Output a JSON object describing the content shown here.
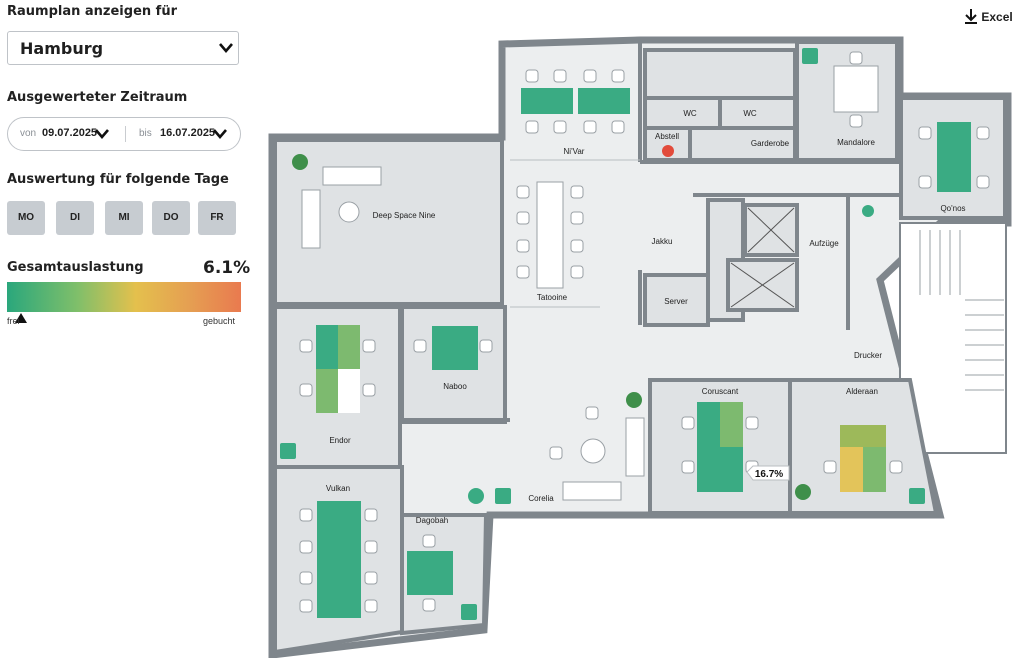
{
  "sidebar": {
    "location_label": "Raumplan anzeigen für",
    "location_value": "Hamburg",
    "period_label": "Ausgewerteter Zeitraum",
    "from_label": "von",
    "from_date": "09.07.2025",
    "to_label": "bis",
    "to_date": "16.07.2025",
    "days_label": "Auswertung für folgende Tage",
    "days": [
      "MO",
      "DI",
      "MI",
      "DO",
      "FR"
    ],
    "total_label": "Gesamtauslastung",
    "total_value": "6.1%",
    "scale_min": "frei",
    "scale_max": "gebucht",
    "total_fraction": 0.061
  },
  "toolbar": {
    "export_label": "Excel",
    "export_icon": "download-icon"
  },
  "floorplan": {
    "rooms": {
      "nivar": "Ni'Var",
      "wc1": "WC",
      "wc2": "WC",
      "abstell": "Abstell",
      "garderobe": "Garderobe",
      "mandalore": "Mandalore",
      "qonos": "Qo'nos",
      "deep_space_nine": "Deep Space Nine",
      "tatooine": "Tatooine",
      "jakku": "Jakku",
      "aufzuege": "Aufzüge",
      "server": "Server",
      "drucker": "Drucker",
      "endor": "Endor",
      "naboo": "Naboo",
      "coruscant": "Coruscant",
      "alderaan": "Alderaan",
      "vulkan": "Vulkan",
      "dagobah": "Dagobah",
      "corelia": "Corelia"
    },
    "tooltip": "16.7%",
    "colors": {
      "free": "#3aab83",
      "mid": "#7dba6f",
      "partial": "#9db95a",
      "busy": "#e3c45a",
      "wall": "#7f868c",
      "floor": "#eceeef",
      "room": "#dfe2e4"
    }
  }
}
